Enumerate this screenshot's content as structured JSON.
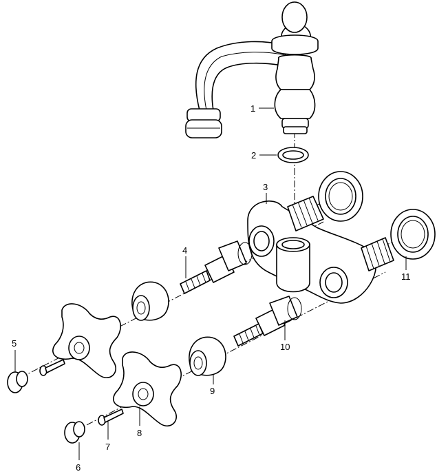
{
  "callouts": {
    "p1": "1",
    "p2": "2",
    "p3": "3",
    "p4": "4",
    "p5": "5",
    "p6": "6",
    "p7": "7",
    "p8": "8",
    "p9": "9",
    "p10": "10",
    "p11": "11"
  },
  "colors": {
    "line": "#000000",
    "background": "#ffffff"
  }
}
